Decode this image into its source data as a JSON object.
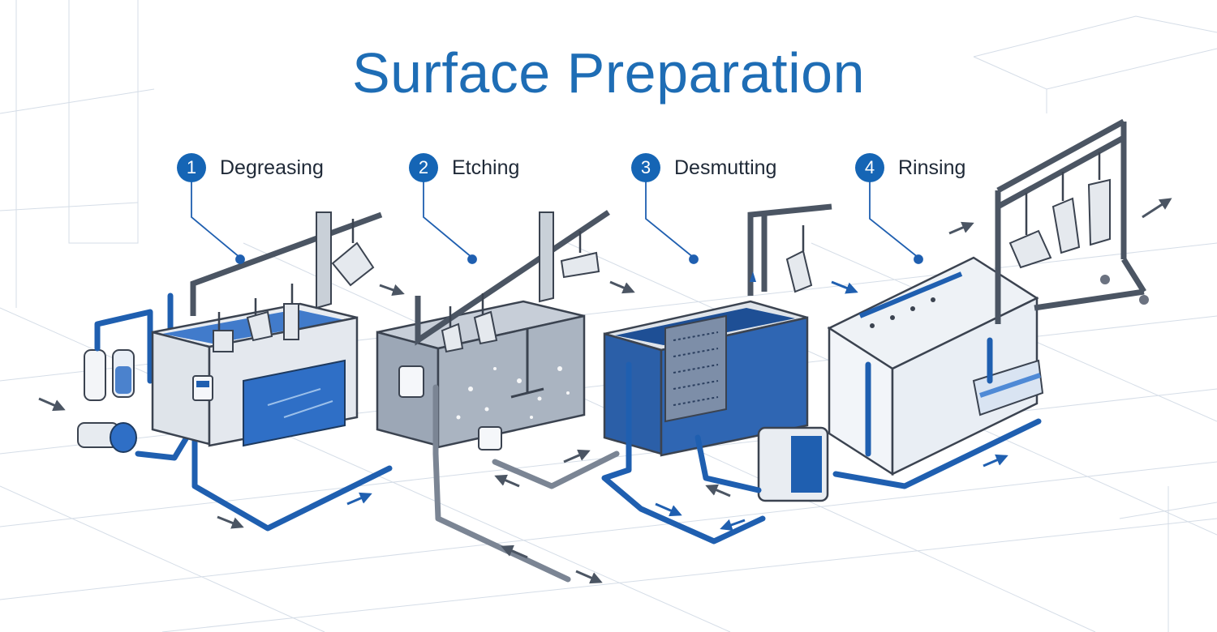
{
  "title": "Surface Preparation",
  "colors": {
    "accent": "#1e6db5",
    "badge": "#1565b5",
    "pipe": "#1f5fb0",
    "liquid_blue": "#2f6fc6",
    "frame": "#5b6472",
    "grid_lines": "#c9d3df"
  },
  "steps": [
    {
      "number": "1",
      "label": "Degreasing"
    },
    {
      "number": "2",
      "label": "Etching"
    },
    {
      "number": "3",
      "label": "Desmutting"
    },
    {
      "number": "4",
      "label": "Rinsing"
    }
  ]
}
